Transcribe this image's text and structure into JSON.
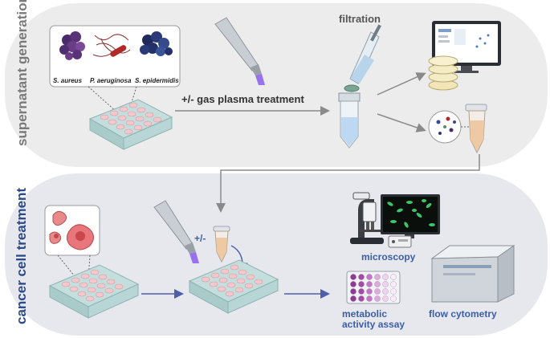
{
  "panels": {
    "top_label": "supernatant generation",
    "bottom_label": "cancer cell treatment"
  },
  "bacteria": {
    "s_aureus": "S. aureus",
    "p_aeruginosa": "P. aeruginosa",
    "s_epidermidis": "S. epidermidis"
  },
  "steps": {
    "plasma_treatment": "+/- gas plasma treatment",
    "filtration": "filtration",
    "plus_minus": "+/-"
  },
  "readouts": {
    "microscopy": "microscopy",
    "metabolic_line1": "metabolic",
    "metabolic_line2": "activity assay",
    "flow_cytometry": "flow cytometry"
  },
  "colors": {
    "top_panel": "#ececec",
    "bottom_panel": "#e6e8ee",
    "label_gray": "#7a7a7a",
    "label_blue": "#2d4a8a",
    "text_dark": "#333333",
    "text_blue": "#3b5ea8",
    "plasma_purple": "#8a5cf0",
    "well_pink": "#f3c8cc",
    "arrow_blue": "#4a5fa8"
  }
}
